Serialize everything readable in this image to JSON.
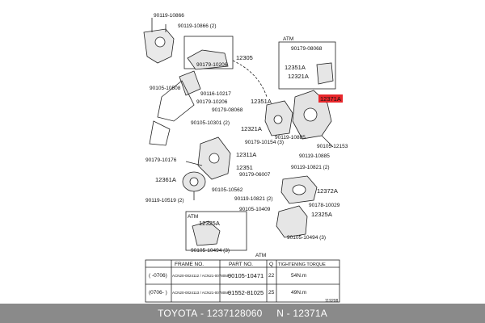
{
  "labels": {
    "l1": "90119-10866",
    "l2": "90119-10866 (2)",
    "l3": "12305",
    "l4": "90179-10206",
    "l5": "90105-10508",
    "l6": "90116-10217",
    "l7": "90179-10206",
    "l8": "12351A",
    "l9": "90179-08068",
    "l10": "90105-10301 (2)",
    "l11": "12321A",
    "l12": "90179-10154 (3)",
    "l13": "90179-10176",
    "l14": "12311A",
    "l15": "12351",
    "l16": "90179-06007",
    "l17": "12361A",
    "l18": "90105-10562",
    "l19": "90119-10519 (2)",
    "l20": "90119-10821 (2)",
    "l21": "90119-10821 (2)",
    "l22": "12372A",
    "l23": "90178-10029",
    "l24": "90105-10409",
    "l25": "12325A",
    "l26": "12325A",
    "l27": "90105-10494 (3)",
    "l28": "90105-10494 (3)",
    "atm1": "ATM",
    "atm2": "ATM",
    "atm3": "ATM",
    "r1": "90179-08068",
    "r2": "12351A",
    "r3": "12321A",
    "r4": "12371A",
    "r5": "90105-12153",
    "r6": "90119-10885",
    "r7": "90119-10885",
    "ref": "119208"
  },
  "table": {
    "headers": [
      "",
      "FRAME NO.",
      "PART NO.",
      "Q",
      "TIGHTENING TORQUE"
    ],
    "rows": [
      {
        "period": "( -0706)",
        "frames": "ACN20-0024112 / ACN21-0078055",
        "part": "90105-10471",
        "qty": "22",
        "torque": "54N.m"
      },
      {
        "period": "(0706- )",
        "frames": "ACN20-0024113 / ACN21-0078056",
        "part": "91552-81025",
        "qty": "25",
        "torque": "49N.m"
      }
    ]
  },
  "footer": {
    "brand": "TOYOTA",
    "part_number": "1237128060",
    "reference": "N - 12371A"
  },
  "colors": {
    "highlight": "#e8272b",
    "footer_bg": "#8a8a8a"
  }
}
